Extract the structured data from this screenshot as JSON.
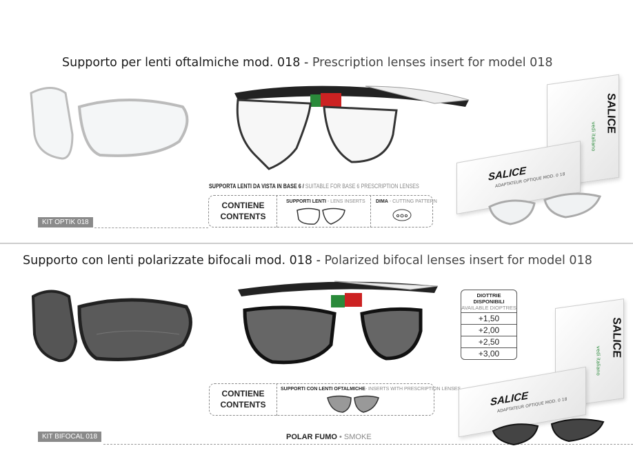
{
  "section1": {
    "title_it": "Supporto per lenti oftalmiche mod. 018",
    "title_sep": " - ",
    "title_en": "Prescription lenses insert for model 018",
    "kit_label": "KIT OPTIK 018",
    "subtitle_it": "SUPPORTA LENTI DA VISTA IN BASE 6 / ",
    "subtitle_en": "SUITABLE FOR BASE 6 PRESCRIPTION LENSES",
    "contents_it": "CONTIENE",
    "contents_en": "CONTENTS",
    "item1_it": "SUPPORTI LENTI",
    "item1_en": " - LENS INSERTS",
    "item2_it": "DIMA",
    "item2_en": " - CUTTING PATTERN"
  },
  "section2": {
    "title_it": "Supporto con lenti polarizzate bifocali mod. 018",
    "title_sep": " - ",
    "title_en": "Polarized bifocal lenses insert for model 018",
    "kit_label": "KIT BIFOCAL 018",
    "contents_it": "CONTIENE",
    "contents_en": "CONTENTS",
    "item1_it": "SUPPORTI CON LENTI OFTALMICHE",
    "item1_en": "- INSERTS WITH PRESCRIPTION LENSES",
    "lens_it": "POLAR FUMO",
    "lens_sep": " • ",
    "lens_en": "SMOKE",
    "dioptres": {
      "title_it": "DIOTTRIE DISPONIBILI",
      "title_en": "AVAILABLE DIOPTRES",
      "values": [
        "+1,50",
        "+2,00",
        "+2,50",
        "+3,00"
      ]
    }
  },
  "brand": {
    "logo": "SALICE",
    "tagline": "vedi italiano",
    "box_text": "ADAPTATEUR OPTIQUE MOD. 0 18"
  }
}
